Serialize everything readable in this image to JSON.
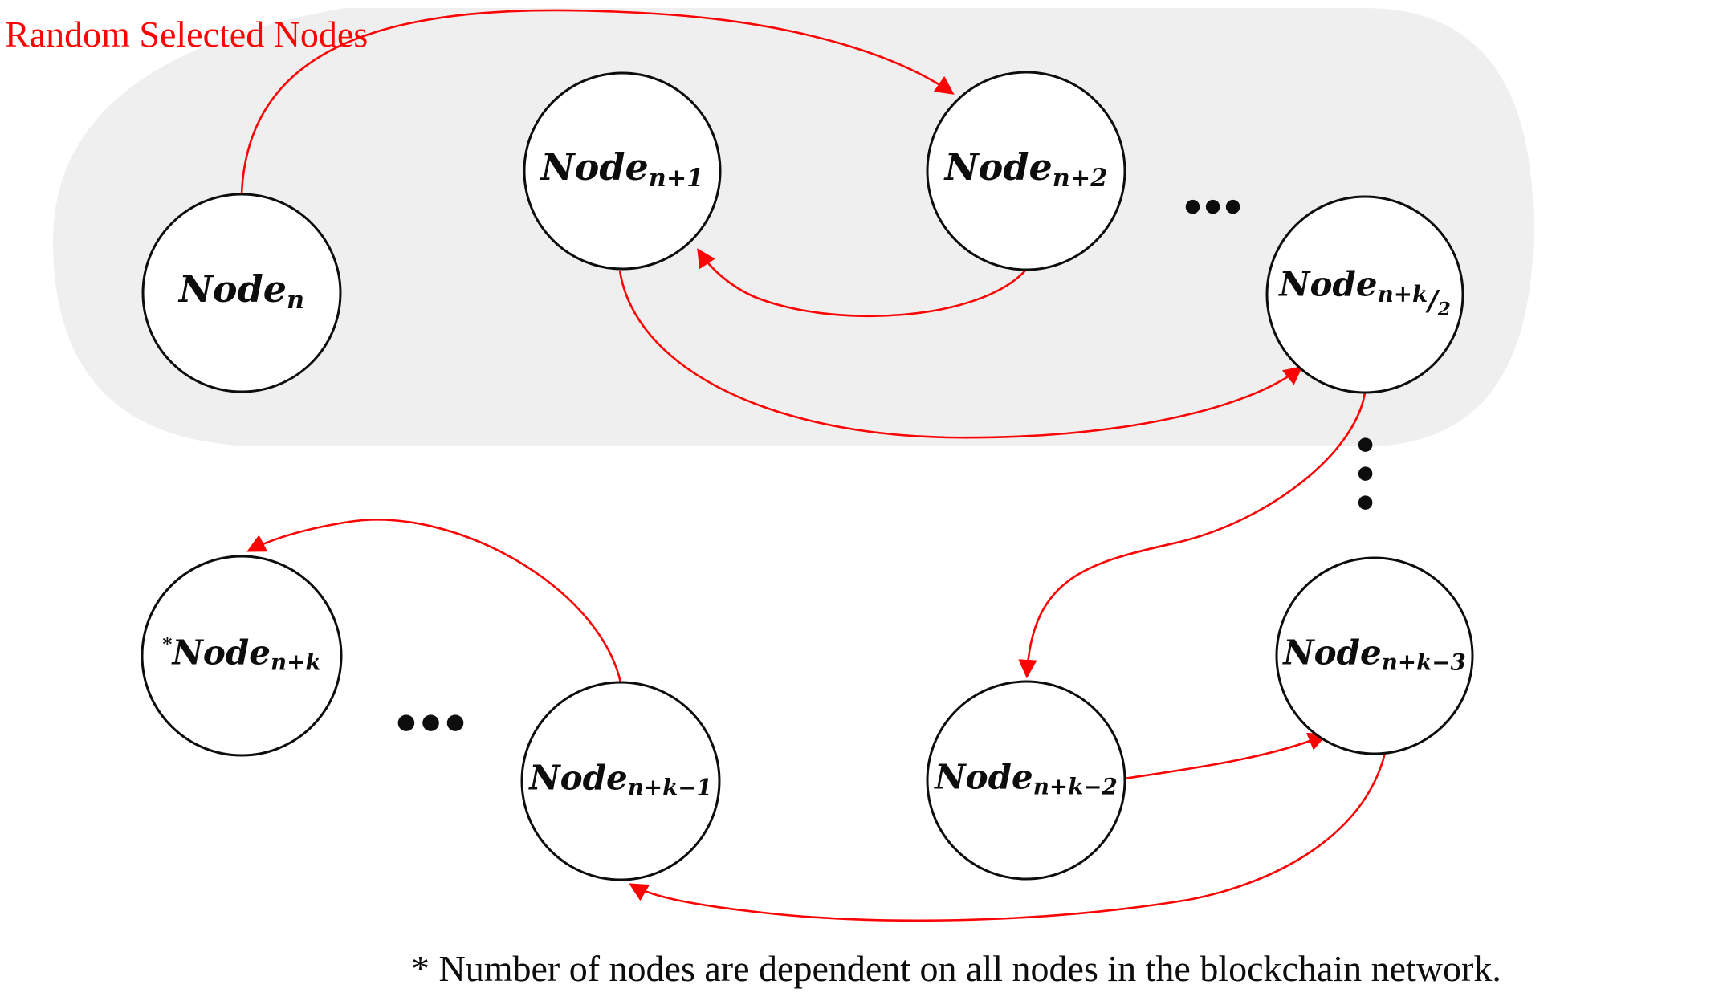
{
  "diagram": {
    "region_label": "Random Selected Nodes",
    "footnote": "* Number of nodes are dependent on all nodes in the blockchain network.",
    "nodes": {
      "n": {
        "base": "Node",
        "sub": "n"
      },
      "n_plus_1": {
        "base": "Node",
        "sub": "n+1"
      },
      "n_plus_2": {
        "base": "Node",
        "sub": "n+2"
      },
      "n_plus_k_over_2": {
        "base": "Node",
        "sub": "n+k",
        "slash": "/",
        "denominator": "2"
      },
      "n_plus_k": {
        "prefix": "*",
        "base": "Node",
        "sub": "n+k"
      },
      "n_plus_k_minus_1": {
        "base": "Node",
        "sub": "n+k−1"
      },
      "n_plus_k_minus_2": {
        "base": "Node",
        "sub": "n+k−2"
      },
      "n_plus_k_minus_3": {
        "base": "Node",
        "sub": "n+k−3"
      }
    },
    "edges": [
      {
        "from": "n",
        "to": "n_plus_2"
      },
      {
        "from": "n_plus_2",
        "to": "n_plus_1"
      },
      {
        "from": "n_plus_1",
        "to": "n_plus_k_over_2"
      },
      {
        "from": "n_plus_k_over_2",
        "to": "n_plus_k_minus_2"
      },
      {
        "from": "n_plus_k_minus_2",
        "to": "n_plus_k_minus_3"
      },
      {
        "from": "n_plus_k_minus_3",
        "to": "n_plus_k_minus_1"
      },
      {
        "from": "n_plus_k_minus_1",
        "to": "n_plus_k"
      }
    ],
    "ellipsis": {
      "top": "●●●",
      "bottom": "●●●",
      "vertical": "●●●"
    },
    "colors": {
      "arrow_red": "#FB0404",
      "region_gray": "#F0EFEF",
      "node_outline": "#0d0d0d",
      "node_fill": "#ffffff"
    }
  }
}
